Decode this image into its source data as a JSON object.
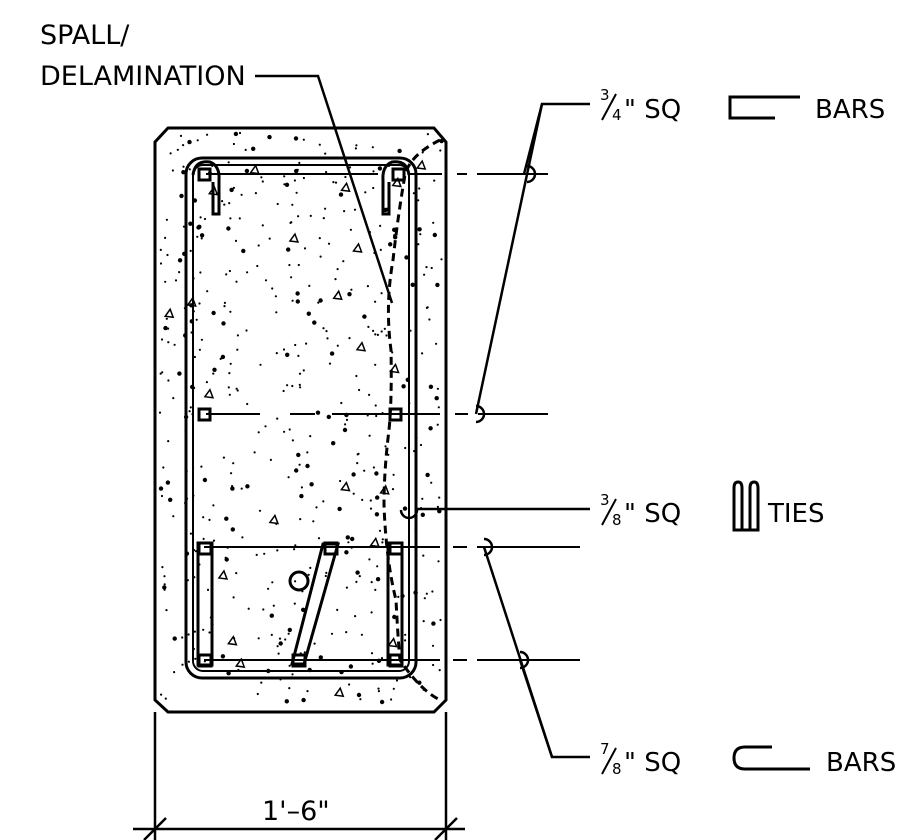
{
  "labels": {
    "spall_line1": "SPALL/",
    "spall_line2": "DELAMINATION",
    "top_bars_num": "3",
    "top_bars_den": "4",
    "top_bars_text": "\" SQ",
    "top_bars_word": "BARS",
    "ties_num": "3",
    "ties_den": "8",
    "ties_text": "\" SQ",
    "ties_word": "TIES",
    "bottom_bars_num": "7",
    "bottom_bars_den": "8",
    "bottom_bars_text": "\" SQ",
    "bottom_bars_word": "BARS",
    "width_dimension": "1'–6\""
  },
  "colors": {
    "ink": "#000000",
    "background": "#ffffff"
  }
}
